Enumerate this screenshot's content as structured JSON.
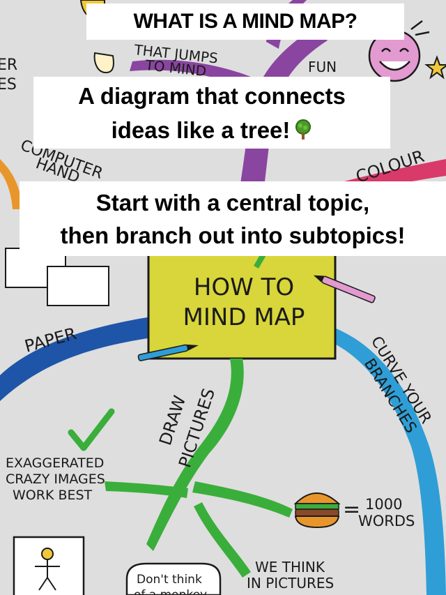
{
  "captions": {
    "title": "WHAT IS A MIND MAP?",
    "definition_line1": "A diagram that connects",
    "definition_line2": "ideas like a tree!",
    "instruction_line1": "Start with a central topic,",
    "instruction_line2": "then branch out into subtopics!"
  },
  "central_topic": {
    "line1": "HOW TO",
    "line2": "MIND MAP",
    "color": "#d8d63a"
  },
  "branches": {
    "paper": "PAPER",
    "curve_line1": "CURVE YOUR",
    "curve_line2": "BRANCHES",
    "draw_line1": "DRAW",
    "draw_line2": "PICTURES",
    "colour": "COLOUR",
    "fun": "FUN",
    "computer_line1": "COMPUTER",
    "computer_line2": "HAND",
    "jumps_line1": "THAT JUMPS",
    "jumps_line2": "TO MIND",
    "left_top1": "ER",
    "left_top2": "ES"
  },
  "notes": {
    "exaggerated_line1": "EXAGGERATED",
    "exaggerated_line2": "CRAZY IMAGES",
    "exaggerated_line3": "WORK BEST",
    "thousand_number": "1000",
    "thousand_word": "WORDS",
    "equals": "=",
    "think_line1": "WE THINK",
    "think_line2": "IN PICTURES",
    "speech_line1": "Don't think",
    "speech_line2": "of a monkey"
  },
  "colors": {
    "background": "#dedede",
    "paper_branch": "#1f55a8",
    "curve_branch": "#2f9ed6",
    "draw_branch": "#3aae3a",
    "purple_branch": "#8a45a0",
    "colour_branch": "#d83a6a",
    "orange_branch": "#e8962c",
    "check_green": "#3aae3a"
  },
  "icons": [
    "check-icon",
    "burger-icon",
    "smiley-icon",
    "star-icon",
    "pencil-icon",
    "pen-icon",
    "tree-icon",
    "stick-figure-icon"
  ]
}
